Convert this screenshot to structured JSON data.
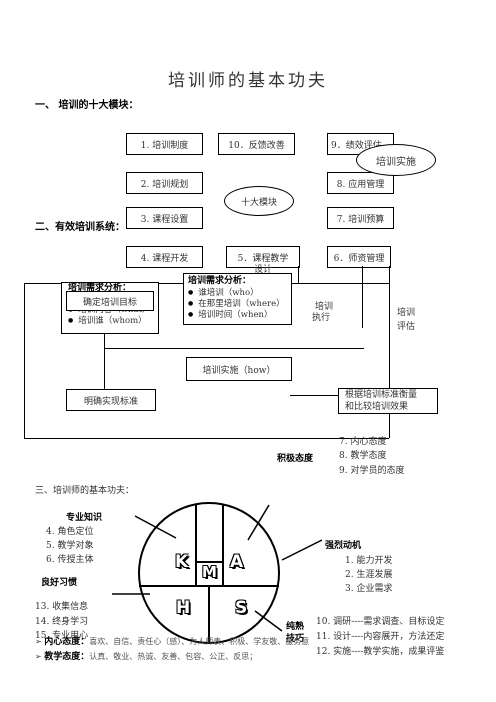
{
  "title": "培训师的基本功夫",
  "section1": "一、  培训的十大模块：",
  "section2": "二、有效培训系统：",
  "section3": "三、培训师的基本功夫：",
  "modules": {
    "m1": "1. 培训制度",
    "m10": "10．反馈改善",
    "m9": "9．绩效评估",
    "m2": "2. 培训规划",
    "m8": "8. 应用管理",
    "m3": "3. 课程设置",
    "m7": "7. 培训预算",
    "m4": "4. 课程开发",
    "m5a": "5．课程教学",
    "m5b": "设计",
    "m6": "6．师资管理",
    "center": "十大模块",
    "implement": "培训实施"
  },
  "system": {
    "needs_left_title": "培训需求分析：",
    "goal_box": "确定培训目标",
    "needs_left_items": [
      "培训内容（what）",
      "培训谁（whom）"
    ],
    "needs_right_title": "培训需求分析：",
    "needs_right_items": [
      "谁培训（who）",
      "在那里培训（where）",
      "培训时间（when）"
    ],
    "exec_label_1": "培训",
    "exec_label_2": "执行",
    "eval_label_1": "培训",
    "eval_label_2": "评估",
    "how_box": "培训实施（how）",
    "standard_box": "明确实现标准",
    "measure_box_1": "根据培训标准衡量",
    "measure_box_2": "和比较培训效果"
  },
  "attitude": {
    "label": "积极态度",
    "items": [
      "7. 内心态度",
      "8. 教学态度",
      "9. 对学员的态度"
    ]
  },
  "skills": {
    "knowledge_label": "专业知识",
    "knowledge_items": [
      "4. 角色定位",
      "5. 教学对象",
      "6. 传授主体"
    ],
    "motivation_label": "强烈动机",
    "motivation_items": [
      "1. 能力开发",
      "2. 生涯发展",
      "3. 企业需求"
    ],
    "habit_label": "良好习惯",
    "habit_items": [
      "13. 收集信息",
      "14. 终身学习",
      "15. 专业用心"
    ],
    "skill_label_1": "纯熟",
    "skill_label_2": "技巧",
    "skill_items": [
      "10. 调研----需求调查、目标设定",
      "11. 设计----内容展开，方法还定",
      "12. 实施----教学实施，成果评鉴"
    ],
    "inner_label": "内心态度：",
    "inner_text": "喜欢、自信、责任心（感）、为人师表、积极、学友敬、服务意",
    "teach_label": "教学态度：",
    "teach_text": "认真、敬业、热诚、友善、包容、公正、反思；",
    "letters": {
      "k": "K",
      "m": "M",
      "a": "A",
      "h": "H",
      "s": "S"
    }
  }
}
